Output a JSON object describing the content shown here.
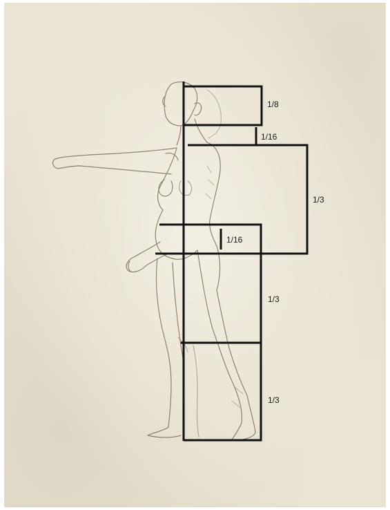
{
  "figure": {
    "subject": "figure-drawing",
    "proportion_labels": {
      "head": "1/8",
      "neck": "1/16",
      "torso": "1/3",
      "hip": "1/16",
      "upper_leg": "1/3",
      "lower_leg": "1/3"
    },
    "colors": {
      "paper": "#e9e3d4",
      "guide_lines": "#111111",
      "sketch": "#5a5040"
    }
  }
}
